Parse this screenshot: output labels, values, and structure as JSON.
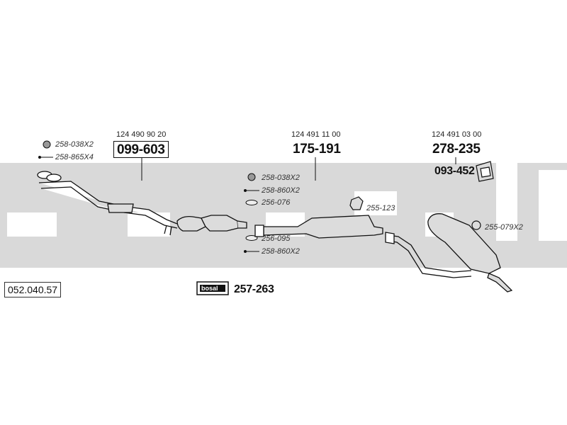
{
  "diagram_ref": "052.040.57",
  "brand": "bosal",
  "kit_number": "257-263",
  "front_pipe": {
    "oe_number": "124 490 90 20",
    "part_number": "099-603",
    "accessories": [
      "258-038X2",
      "258-865X4"
    ]
  },
  "middle_silencer": {
    "oe_number": "124 491 11 00",
    "part_number": "175-191",
    "accessories": [
      "258-038X2",
      "258-860X2",
      "256-076",
      "256-095",
      "258-860X2"
    ],
    "hanger": "255-123"
  },
  "rear_silencer": {
    "oe_number": "124 491 03 00",
    "part_number": "278-235",
    "bracket_part": "093-452",
    "hanger": "255-079X2"
  },
  "colors": {
    "watermark": "#d9d9d9",
    "line": "#111111",
    "part_fill": "#dcdcdc"
  }
}
